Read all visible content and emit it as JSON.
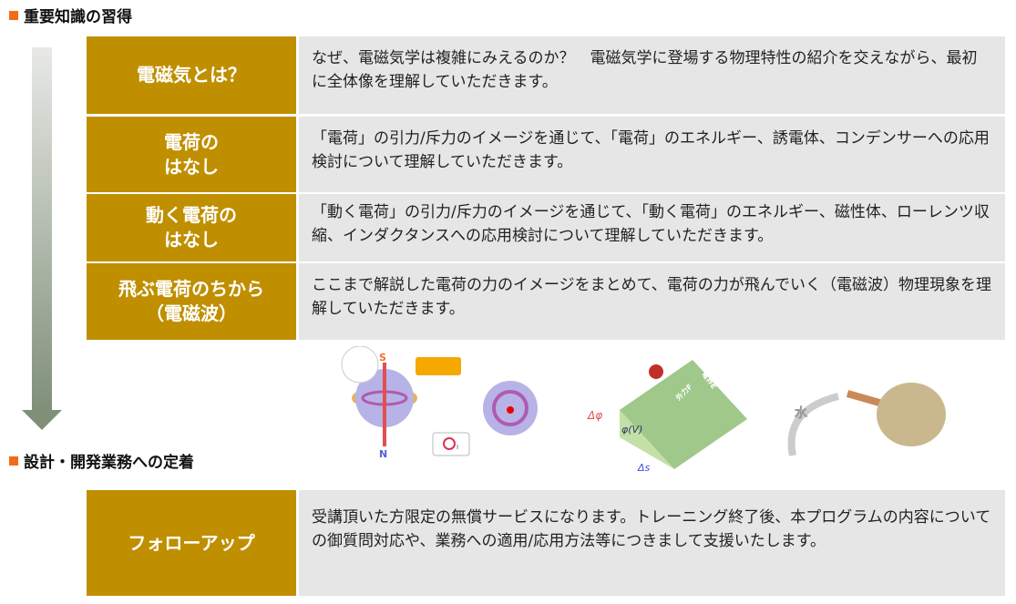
{
  "section1": {
    "title": "重要知識の習得"
  },
  "rows": [
    {
      "label": "電磁気とは？",
      "desc": "なぜ、電磁気学は複雑にみえるのか？　電磁気学に登場する物理特性の紹介を交えながら、最初に全体像を理解していただきます。"
    },
    {
      "label": "電荷の\nはなし",
      "desc": "「電荷」の引力/斥力のイメージを通じて、「電荷」のエネルギー、誘電体、コンデンサーへの応用検討について理解していただきます。"
    },
    {
      "label": "動く電荷の\nはなし",
      "desc": "「動く電荷」の引力/斥力のイメージを通じて、「動く電荷」のエネルギー、磁性体、ローレンツ収縮、インダクタンスへの応用検討について理解していただきます。"
    },
    {
      "label": "飛ぶ電荷のちから\n（電磁波）",
      "desc": "ここまで解説した電荷の力のイメージをまとめて、電荷の力が飛んでいく（電磁波）物理現象を理解していただきます。"
    }
  ],
  "section2": {
    "title": "設計・開発業務への定着"
  },
  "followup": {
    "label": "フォローアップ",
    "desc": "受講頂いた方限定の無償サービスになります。トレーニング終了後、本プログラムの内容についての御質問対応や、業務への適用/応用方法等につきまして支援いたします。"
  },
  "illustrations": {
    "spin": {
      "s": "S",
      "n": "N",
      "i": "I"
    },
    "field": {
      "dphi": "Δφ",
      "phi": "φ(V)",
      "ds": "Δs",
      "force": "外力F",
      "efield": "電界E"
    },
    "water": {
      "label": "水"
    }
  },
  "colors": {
    "gold": "#bf8f00",
    "accent": "#f26b1d",
    "desc_bg": "#e6e6e6"
  }
}
